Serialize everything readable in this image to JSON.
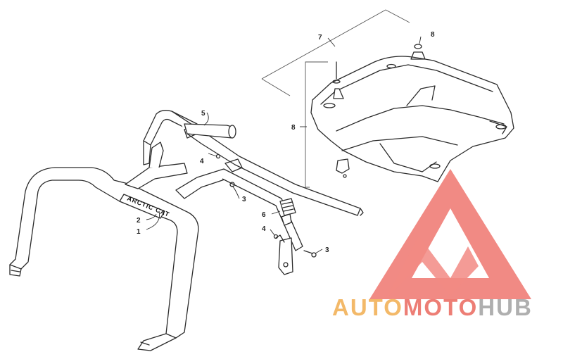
{
  "diagram": {
    "callouts": [
      {
        "id": "c1",
        "label": "1"
      },
      {
        "id": "c2",
        "label": "2"
      },
      {
        "id": "c3a",
        "label": "3"
      },
      {
        "id": "c3b",
        "label": "3"
      },
      {
        "id": "c4a",
        "label": "4"
      },
      {
        "id": "c4b",
        "label": "4"
      },
      {
        "id": "c5",
        "label": "5"
      },
      {
        "id": "c6",
        "label": "6"
      },
      {
        "id": "c7",
        "label": "7"
      },
      {
        "id": "c8a",
        "label": "8"
      },
      {
        "id": "c8b",
        "label": "8"
      }
    ],
    "frame_brand": "ARCTIC CAT"
  },
  "watermark": {
    "word_auto": "AUTO",
    "word_moto": "MOTO",
    "word_hub": "HUB",
    "colors": {
      "auto": "#f0a640",
      "moto": "#e85a4f",
      "hub": "#999999",
      "triangle": "#ee6a62"
    }
  }
}
